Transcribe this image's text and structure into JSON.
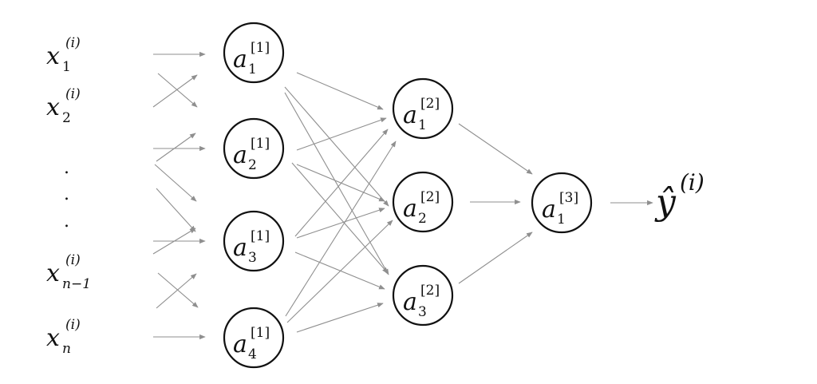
{
  "inputs": [
    {
      "base": "x",
      "sub": "1",
      "sup": "(i)"
    },
    {
      "base": "x",
      "sub": "2",
      "sup": "(i)"
    },
    {
      "base": "x",
      "sub": "n−1",
      "sup": "(i)"
    },
    {
      "base": "x",
      "sub": "n",
      "sup": "(i)"
    }
  ],
  "layer1": [
    {
      "base": "a",
      "sub": "1",
      "sup": "[1]"
    },
    {
      "base": "a",
      "sub": "2",
      "sup": "[1]"
    },
    {
      "base": "a",
      "sub": "3",
      "sup": "[1]"
    },
    {
      "base": "a",
      "sub": "4",
      "sup": "[1]"
    }
  ],
  "layer2": [
    {
      "base": "a",
      "sub": "1",
      "sup": "[2]"
    },
    {
      "base": "a",
      "sub": "2",
      "sup": "[2]"
    },
    {
      "base": "a",
      "sub": "3",
      "sup": "[2]"
    }
  ],
  "layer3": [
    {
      "base": "a",
      "sub": "1",
      "sup": "[3]"
    }
  ],
  "output": {
    "base": "ŷ",
    "sup": "(i)"
  },
  "ellipsis": ".",
  "colors": {
    "edge": "#8f8f8f",
    "node_stroke": "#111111",
    "text": "#111111"
  }
}
